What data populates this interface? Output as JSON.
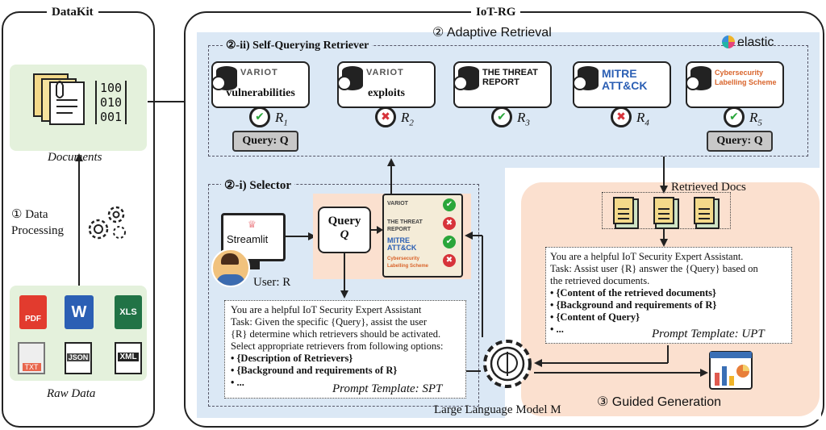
{
  "datakit": {
    "title": "DataKit",
    "documents_label": "Documents",
    "binary": [
      "100",
      "010",
      "001"
    ],
    "step_label_1": "① Data",
    "step_label_2": "Processing",
    "raw_data_label": "Raw Data",
    "file_types": [
      "PDF",
      "W",
      "XLS",
      "TXT",
      "JSON",
      "XML"
    ]
  },
  "iotrg": {
    "title": "IoT-RG",
    "adaptive_title": "② Adaptive Retrieval",
    "self_query_title": "②-ii) Self-Querying Retriever",
    "elastic_label": "elastic",
    "retrievers": [
      {
        "logo": "VARIOT",
        "text": "vulnerabilities",
        "status": "active",
        "label": "R",
        "sub": "1"
      },
      {
        "logo": "VARIOT",
        "text": "exploits",
        "status": "inactive",
        "label": "R",
        "sub": "2"
      },
      {
        "logo": "THE THREAT REPORT",
        "text": "",
        "status": "active",
        "label": "R",
        "sub": "3"
      },
      {
        "logo": "MITRE ATT&CK",
        "text": "",
        "status": "inactive",
        "label": "R",
        "sub": "4"
      },
      {
        "logo": "Cybersecurity Labelling Scheme",
        "text": "",
        "status": "active",
        "label": "R",
        "sub": "5"
      }
    ],
    "query_label": "Query: Q",
    "selector_title": "②-i) Selector",
    "streamlit_label": "Streamlit",
    "user_label": "User: R",
    "selector_query_1": "Query",
    "selector_query_2": "Q",
    "selector_list": [
      {
        "logo": "VARIOT",
        "status": "check"
      },
      {
        "logo": "THE THREAT REPORT",
        "status": "cross"
      },
      {
        "logo": "MITRE ATT&CK",
        "status": "check"
      },
      {
        "logo": "Cybersecurity Labelling Scheme",
        "status": "cross"
      }
    ],
    "spt_lines": [
      "You are a helpful IoT Security Expert Assistant",
      "Task: Given the specific {Query}, assist the user",
      "{R} determine which retrievers should be activated.",
      "Select appropriate retrievers from following options:",
      "•   {Description of Retrievers}",
      "•   {Background and requirements of R}",
      "•   ..."
    ],
    "spt_label": "Prompt Template: SPT",
    "retrieved_docs_label": "Retrieved Docs",
    "upt_lines": [
      "You are a helpful IoT Security Expert Assistant.",
      "Task: Assist user {R} answer the {Query} based on",
      "the retrieved documents.",
      "•   {Content of the retrieved documents}",
      "•   {Background and requirements of R}",
      "•   {Content of Query}",
      "•   ..."
    ],
    "upt_label": "Prompt Template: UPT",
    "llm_label": "Large Language Model M",
    "guided_label": "③ Guided Generation"
  },
  "colors": {
    "blue_bg": "#dbe8f5",
    "green_bg": "#e4f1dc",
    "peach_bg": "#fbe0cf",
    "check": "#2aa63a",
    "cross": "#d7333a"
  }
}
